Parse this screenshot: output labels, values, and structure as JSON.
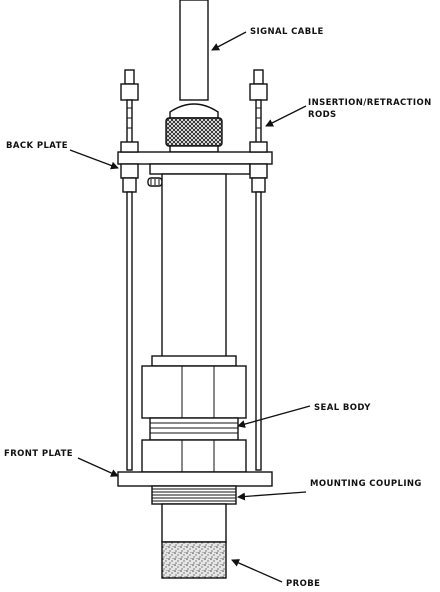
{
  "labels": {
    "signal_cable": "SIGNAL CABLE",
    "insertion_line1": "INSERTION/RETRACTION",
    "insertion_line2": "RODS",
    "back_plate": "BACK PLATE",
    "seal_body": "SEAL BODY",
    "front_plate": "FRONT PLATE",
    "mounting_coupling": "MOUNTING COUPLING",
    "probe": "PROBE"
  }
}
